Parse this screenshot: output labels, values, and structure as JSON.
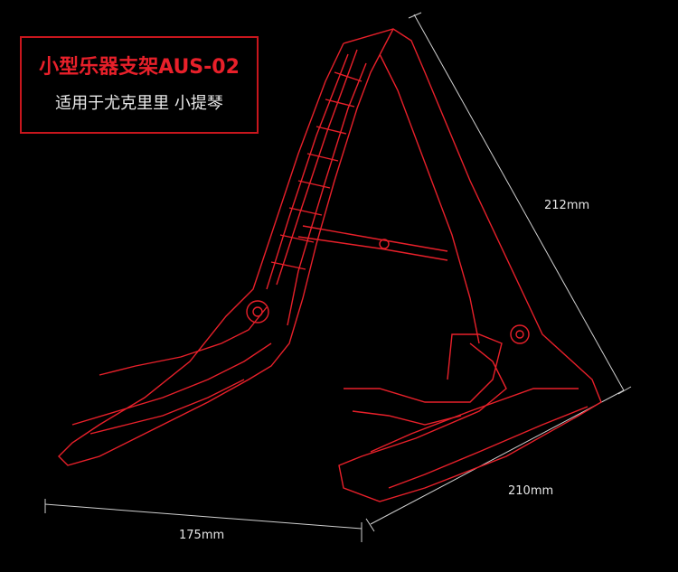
{
  "title": {
    "product": "小型乐器支架AUS-02",
    "subtitle": "适用于尤克里里  小提琴"
  },
  "dimensions": {
    "height": "212mm",
    "depth": "210mm",
    "length": "175mm"
  },
  "colors": {
    "accent": "#e8202a",
    "background": "#000000",
    "text": "#e8e8e8"
  }
}
